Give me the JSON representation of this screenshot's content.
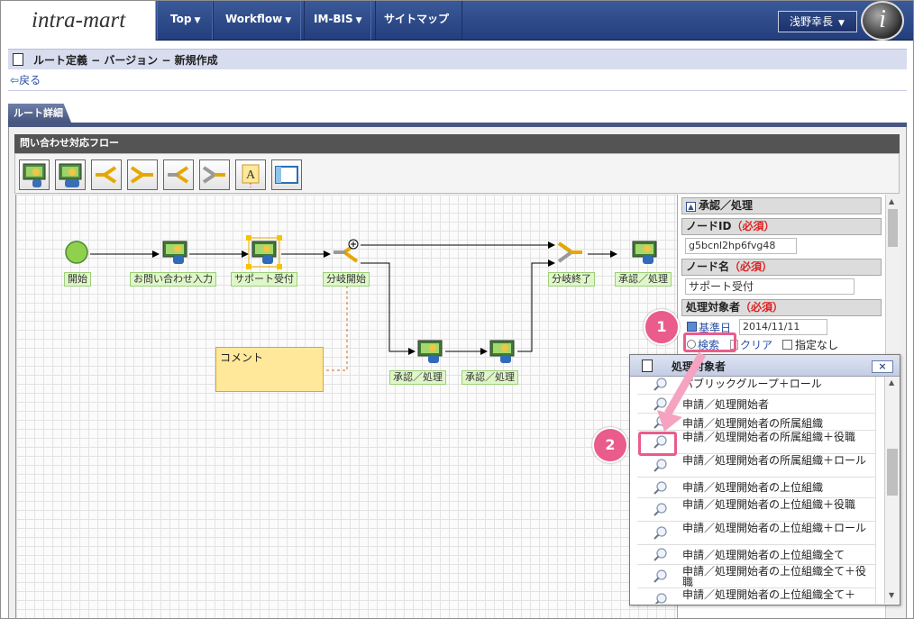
{
  "header": {
    "logo": "intra-mart",
    "nav": [
      "Top",
      "Workflow",
      "IM-BIS",
      "サイトマップ"
    ],
    "user": "浅野幸長",
    "avatar_glyph": "i"
  },
  "page": {
    "title": "ルート定義 − バージョン − 新規作成",
    "back_label": "戻る",
    "tab_label": "ルート詳細"
  },
  "flow": {
    "name": "問い合わせ対応フロー",
    "comment": "コメント",
    "nodes": [
      "開始",
      "お問い合わせ入力",
      "サポート受付",
      "分岐開始",
      "分岐終了",
      "承認／処理",
      "承認／処理",
      "承認／処理"
    ]
  },
  "props": {
    "section": "承認／処理",
    "node_id_label": "ノードID",
    "required": "（必須）",
    "node_id": "g5bcnl2hp6fvg48",
    "node_name_label": "ノード名",
    "node_name": "サポート受付",
    "target_label": "処理対象者",
    "base_date_label": "基準日",
    "base_date": "2014/11/11",
    "search": "検索",
    "clear": "クリア",
    "none": "指定なし"
  },
  "dialog": {
    "title": "処理対象者",
    "close": "×",
    "items": [
      "パブリックグループ＋ロール",
      "申請／処理開始者",
      "申請／処理開始者の所属組織",
      "申請／処理開始者の所属組織＋役職",
      "申請／処理開始者の所属組織＋ロール",
      "申請／処理開始者の上位組織",
      "申請／処理開始者の上位組織＋役職",
      "申請／処理開始者の上位組織＋ロール",
      "申請／処理開始者の上位組織全て",
      "申請／処理開始者の上位組織全て＋役職",
      "申請／処理開始者の上位組織全て＋"
    ]
  },
  "callouts": [
    "1",
    "2"
  ],
  "colors": {
    "accent": "#e95c8b",
    "header": "#2a4580",
    "required": "#dd2222"
  }
}
